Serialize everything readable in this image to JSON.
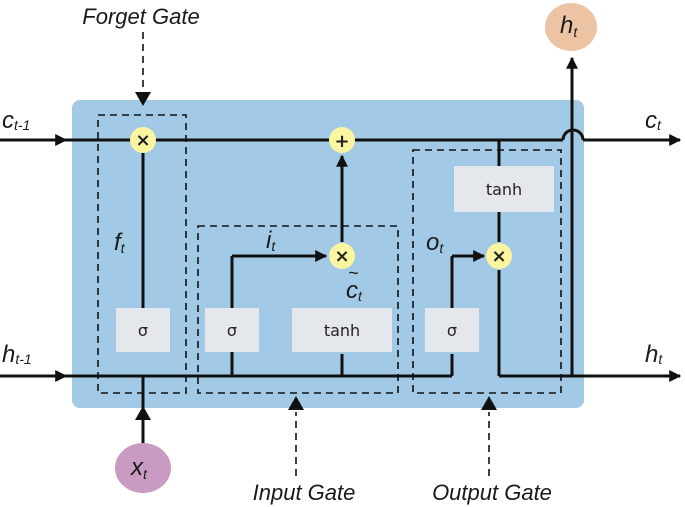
{
  "gates": {
    "forget": "Forget Gate",
    "input": "Input Gate",
    "output": "Output Gate"
  },
  "activations": {
    "sigma": "σ",
    "tanh": "tanh"
  },
  "operators": {
    "multiply": "×",
    "add": "+"
  },
  "variables": {
    "c_prev": {
      "base": "c",
      "sub": "t-1"
    },
    "c_out": {
      "base": "c",
      "sub": "t"
    },
    "h_prev": {
      "base": "h",
      "sub": "t-1"
    },
    "h_out": {
      "base": "h",
      "sub": "t"
    },
    "h_top": {
      "base": "h",
      "sub": "t"
    },
    "x_in": {
      "base": "x",
      "sub": "t"
    },
    "f": {
      "base": "f",
      "sub": "t"
    },
    "i": {
      "base": "i",
      "sub": "t"
    },
    "c_tilde": {
      "base": "c",
      "sub": "t",
      "accent": "~"
    },
    "o": {
      "base": "o",
      "sub": "t"
    }
  },
  "colors": {
    "cell": "#a2cae6",
    "box": "#e4e8ec",
    "operator": "#fbf5a0",
    "h_node": "#ecc4a4",
    "x_node": "#c99bc2"
  }
}
